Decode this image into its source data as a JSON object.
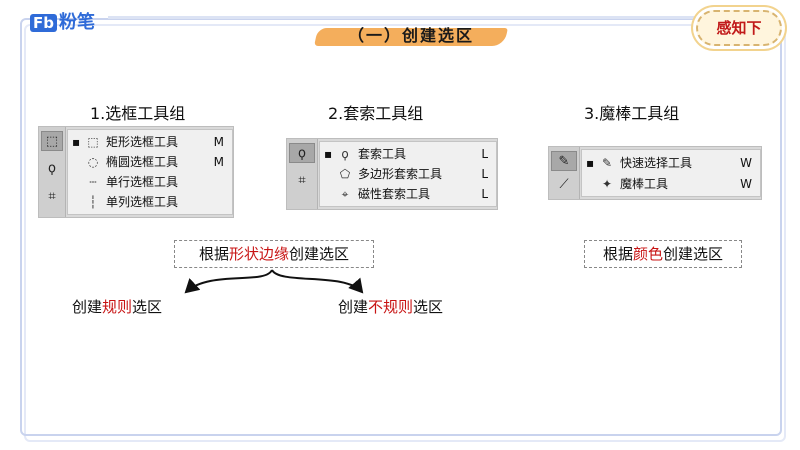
{
  "header": {
    "logo_mark": "Fb",
    "logo_text": "粉笔",
    "title": "（一）创建选区",
    "badge": "感知下"
  },
  "groups": [
    {
      "heading": "1.选框工具组",
      "items": [
        {
          "bullet": "▪",
          "icon": "rect-marquee-icon",
          "label": "矩形选框工具",
          "key": "M"
        },
        {
          "bullet": "",
          "icon": "ellipse-marquee-icon",
          "label": "椭圆选框工具",
          "key": "M"
        },
        {
          "bullet": "",
          "icon": "single-row-icon",
          "label": "单行选框工具",
          "key": ""
        },
        {
          "bullet": "",
          "icon": "single-column-icon",
          "label": "单列选框工具",
          "key": ""
        }
      ]
    },
    {
      "heading": "2.套索工具组",
      "items": [
        {
          "bullet": "▪",
          "icon": "lasso-icon",
          "label": "套索工具",
          "key": "L"
        },
        {
          "bullet": "",
          "icon": "polygon-lasso-icon",
          "label": "多边形套索工具",
          "key": "L"
        },
        {
          "bullet": "",
          "icon": "magnetic-lasso-icon",
          "label": "磁性套索工具",
          "key": "L"
        }
      ]
    },
    {
      "heading": "3.魔棒工具组",
      "items": [
        {
          "bullet": "▪",
          "icon": "quick-select-icon",
          "label": "快速选择工具",
          "key": "W"
        },
        {
          "bullet": "",
          "icon": "magic-wand-icon",
          "label": "魔棒工具",
          "key": "W"
        }
      ]
    }
  ],
  "notes": {
    "shape_prefix": "根据",
    "shape_highlight": "形状边缘",
    "shape_suffix": "创建选区",
    "regular_prefix": "创建",
    "regular_highlight": "规则",
    "regular_suffix": "选区",
    "irregular_prefix": "创建",
    "irregular_highlight": "不规则",
    "irregular_suffix": "选区",
    "color_prefix": "根据",
    "color_highlight": "颜色",
    "color_suffix": "创建选区"
  },
  "colors": {
    "accent_red": "#c81414",
    "brand_blue": "#2f6bd8",
    "title_brush": "#f3a54a"
  }
}
